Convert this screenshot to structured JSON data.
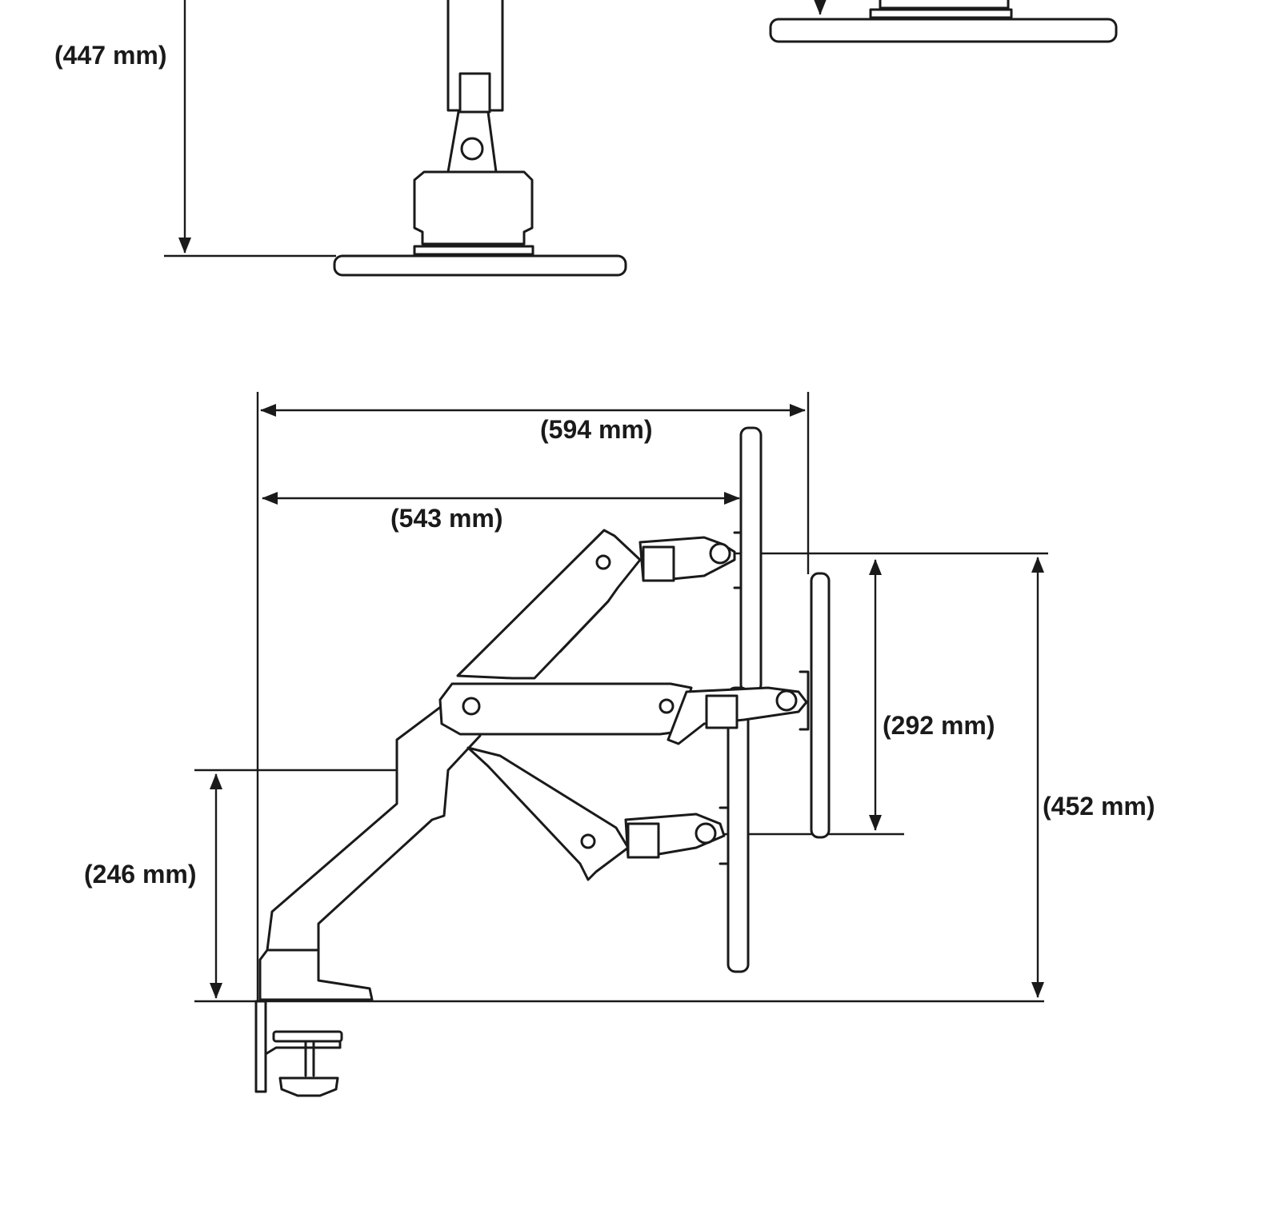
{
  "dimensions": {
    "height_447": "(447 mm)",
    "width_594": "(594 mm)",
    "width_543": "(543 mm)",
    "height_292": "(292 mm)",
    "height_452": "(452 mm)",
    "height_246": "(246 mm)"
  },
  "colors": {
    "line": "#1a1a1a",
    "background": "#ffffff"
  }
}
